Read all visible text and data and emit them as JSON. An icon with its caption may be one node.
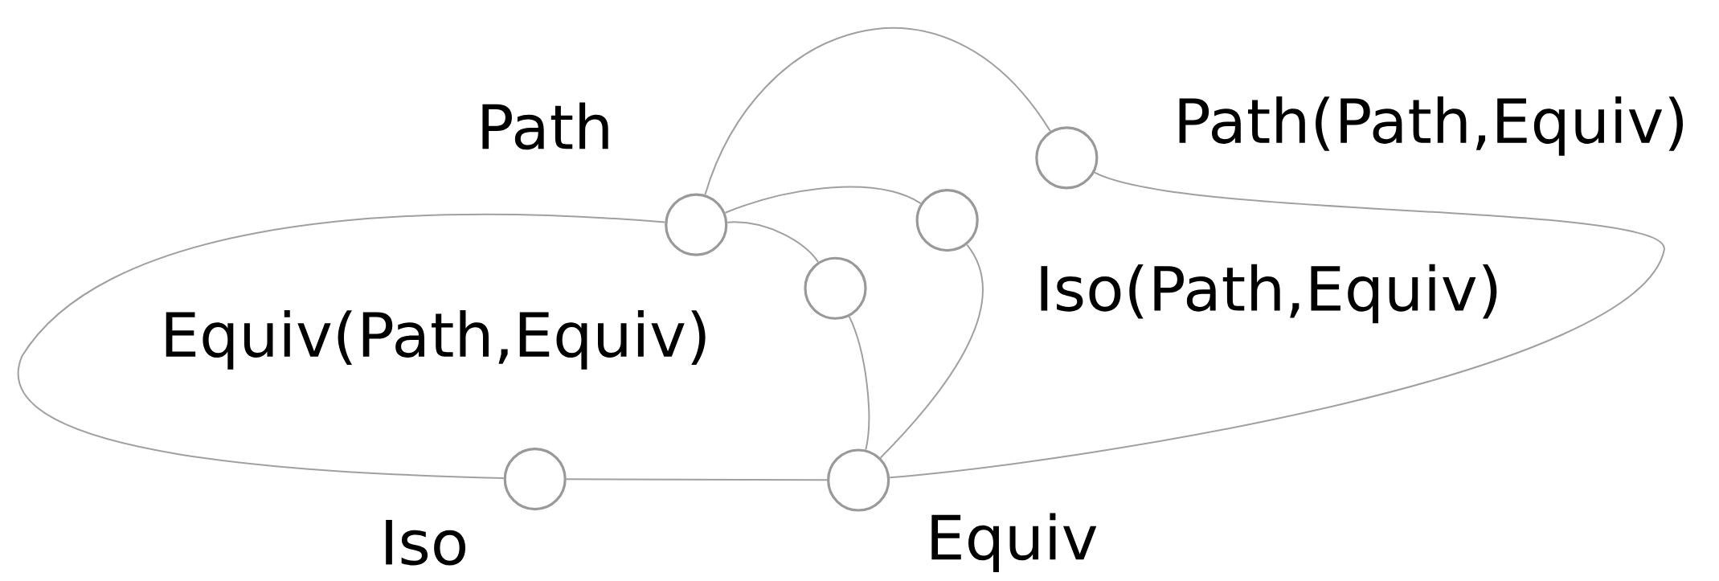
{
  "diagram": {
    "nodes": [
      {
        "text": [],
        "shape": "circle"
      },
      {
        "text": [],
        "shape": "circle"
      },
      {
        "text": [],
        "shape": "circle"
      },
      {
        "text": [],
        "shape": "circle"
      },
      {
        "text": [],
        "shape": "circle"
      },
      {
        "text": [],
        "shape": "circle"
      }
    ],
    "edges": [
      {
        "from": 1,
        "to": 5,
        "arrow": "none"
      },
      {
        "from": 1,
        "to": 4,
        "arrow": "none"
      },
      {
        "from": 1,
        "to": 2,
        "arrow": "none"
      },
      {
        "from": 1,
        "to": 0,
        "arrow": "none"
      },
      {
        "from": 2,
        "to": 3,
        "arrow": "none"
      },
      {
        "from": 0,
        "to": 3,
        "arrow": "none"
      },
      {
        "from": 4,
        "to": 3,
        "arrow": "none"
      },
      {
        "from": 5,
        "to": 3,
        "arrow": "none"
      }
    ],
    "labels": [
      "Path",
      "Path(Path,Equiv)",
      "Iso(Path,Equiv)",
      "Equiv(Path,Equiv)",
      "Iso",
      "Equiv"
    ]
  }
}
